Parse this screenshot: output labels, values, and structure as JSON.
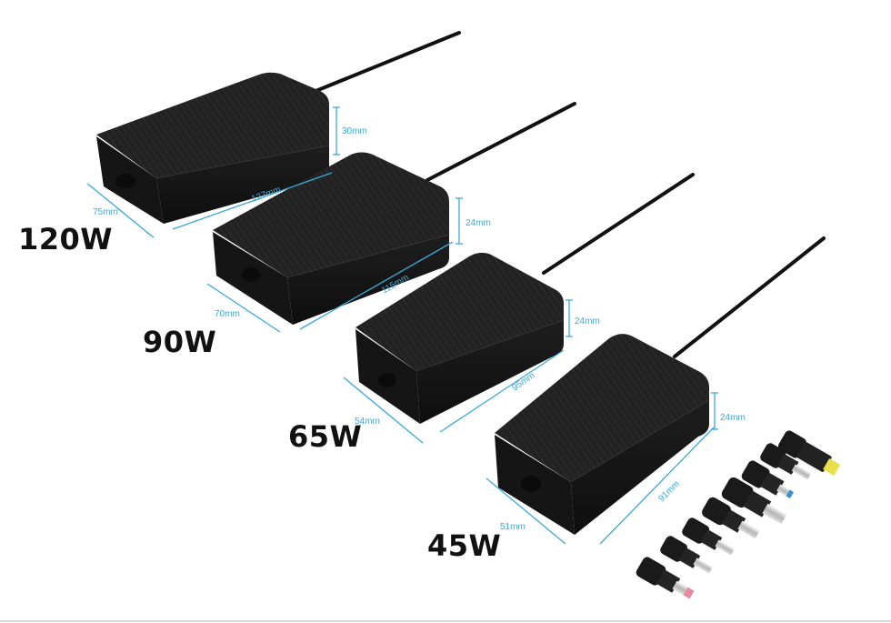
{
  "colors": {
    "body": "#1c1c1c",
    "body_top": "#262626",
    "body_side": "#141414",
    "dimension": "#3ba8d8",
    "cable": "#111111",
    "label": "#111111",
    "tip_blue": "#3a8fd1",
    "tip_yellow": "#e8df4a",
    "tip_pink": "#e58aa0"
  },
  "adapters": [
    {
      "power": "120W",
      "length": "127mm",
      "width": "75mm",
      "height": "30mm"
    },
    {
      "power": "90W",
      "length": "115mm",
      "width": "70mm",
      "height": "24mm"
    },
    {
      "power": "65W",
      "length": "95mm",
      "width": "54mm",
      "height": "24mm"
    },
    {
      "power": "45W",
      "length": "91mm",
      "width": "51mm",
      "height": "24mm"
    }
  ],
  "tips": [
    {
      "name": "yellow-square-tip",
      "tip_color": "yellow"
    },
    {
      "name": "barrel-tip-1",
      "tip_color": "silver"
    },
    {
      "name": "barrel-tip-2",
      "tip_color": "blue"
    },
    {
      "name": "barrel-tip-3",
      "tip_color": "silver"
    },
    {
      "name": "barrel-tip-4",
      "tip_color": "silver"
    },
    {
      "name": "barrel-tip-5",
      "tip_color": "silver"
    },
    {
      "name": "barrel-tip-6",
      "tip_color": "silver"
    },
    {
      "name": "barrel-tip-7",
      "tip_color": "pink"
    }
  ]
}
